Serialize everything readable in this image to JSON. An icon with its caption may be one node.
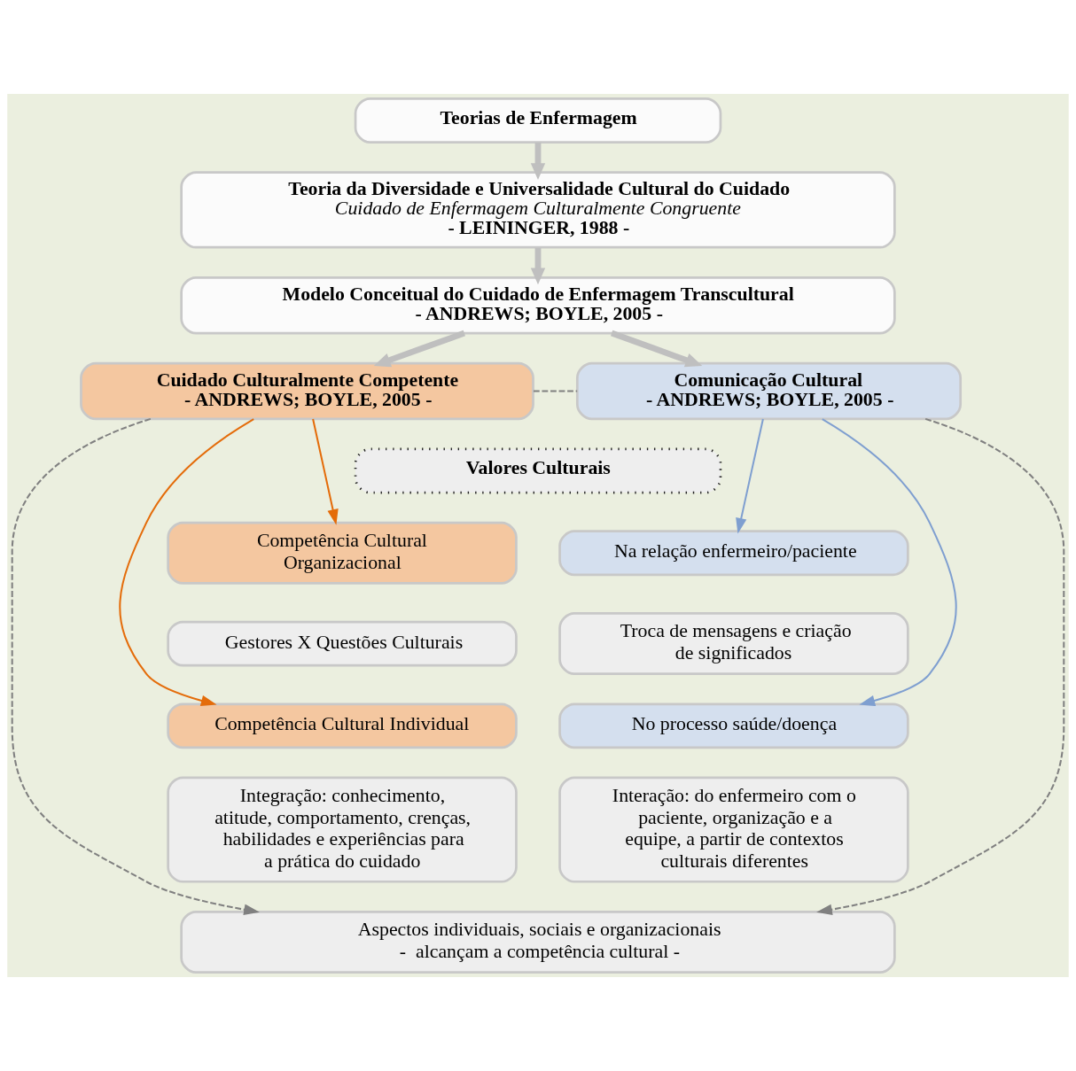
{
  "diagram": {
    "nodes": [
      {
        "text": [
          "Teorias de Enfermagem"
        ]
      },
      {
        "text": [
          "Teoria da Diversidade e Universalidade Cultural do Cuidado",
          "Cuidado de Enfermagem Culturalmente Congruente",
          "- LEININGER, 1988 -"
        ]
      },
      {
        "text": [
          "Modelo Conceitual do Cuidado de Enfermagem Transcultural",
          "- ANDREWS; BOYLE, 2005 -"
        ]
      },
      {
        "text": [
          "Cuidado Culturalmente Competente",
          "- ANDREWS; BOYLE, 2005 -"
        ]
      },
      {
        "text": [
          "Comunicação Cultural",
          "- ANDREWS; BOYLE, 2005 -"
        ]
      },
      {
        "text": [
          "Valores Culturais"
        ]
      },
      {
        "text": [
          "Competência Cultural Organizacional"
        ]
      },
      {
        "text": [
          "Gestores X Questões Culturais"
        ]
      },
      {
        "text": [
          "Competência Cultural Individual"
        ]
      },
      {
        "text": [
          "Integração: conhecimento, atitude, comportamento, crenças, habilidades e experiências para a prática do cuidado"
        ]
      },
      {
        "text": [
          "Na relação enfermeiro/paciente"
        ]
      },
      {
        "text": [
          "Troca de mensagens e criação de significados"
        ]
      },
      {
        "text": [
          "No processo saúde/doença"
        ]
      },
      {
        "text": [
          "Interação: do enfermeiro com o paciente, organização e a equipe, a partir de contextos culturais diferentes"
        ]
      },
      {
        "text": [
          "Aspectos individuais, sociais e organizacionais",
          "-  alcançam a competência cultural -"
        ]
      }
    ],
    "edges": [
      {
        "from": 0,
        "to": 1,
        "arrow": "to",
        "style": "thick"
      },
      {
        "from": 1,
        "to": 2,
        "arrow": "to",
        "style": "thick"
      },
      {
        "from": 2,
        "to": 3,
        "arrow": "to",
        "style": "thick"
      },
      {
        "from": 2,
        "to": 4,
        "arrow": "to",
        "style": "thick"
      },
      {
        "from": 3,
        "to": 4,
        "arrow": "none",
        "style": "dashed",
        "color": "#808080"
      },
      {
        "from": 3,
        "to": 6,
        "arrow": "to",
        "color": "#e46c0a"
      },
      {
        "from": 3,
        "to": 8,
        "arrow": "to",
        "color": "#e46c0a"
      },
      {
        "from": 4,
        "to": 10,
        "arrow": "to",
        "color": "#7f9fd0"
      },
      {
        "from": 4,
        "to": 12,
        "arrow": "to",
        "color": "#7f9fd0"
      },
      {
        "from": 3,
        "to": 14,
        "arrow": "to",
        "style": "dashed",
        "color": "#808080"
      },
      {
        "from": 4,
        "to": 14,
        "arrow": "to",
        "style": "dashed",
        "color": "#808080"
      }
    ]
  }
}
